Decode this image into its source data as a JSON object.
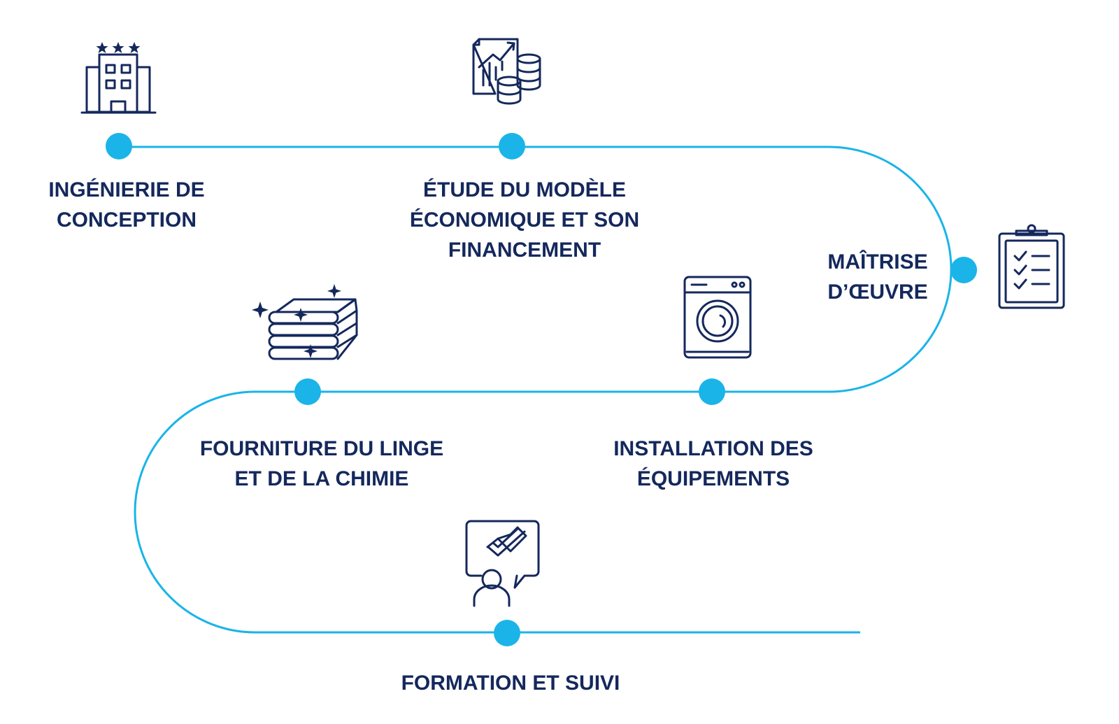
{
  "colors": {
    "path": "#1ab4e8",
    "dot": "#1ab4e8",
    "text": "#14285c",
    "icon": "#14285c"
  },
  "steps": [
    {
      "lines": [
        "INGÉNIERIE DE",
        "CONCEPTION"
      ],
      "icon": "hotel-icon"
    },
    {
      "lines": [
        "ÉTUDE DU MODÈLE",
        "ÉCONOMIQUE ET SON",
        "FINANCEMENT"
      ],
      "icon": "financial-report-icon"
    },
    {
      "lines": [
        "MAÎTRISE",
        "D’ŒUVRE"
      ],
      "icon": "clipboard-checklist-icon"
    },
    {
      "lines": [
        "INSTALLATION DES",
        "ÉQUIPEMENTS"
      ],
      "icon": "washing-machine-icon"
    },
    {
      "lines": [
        "FOURNITURE DU LINGE",
        "ET DE LA CHIMIE"
      ],
      "icon": "folded-linen-icon"
    },
    {
      "lines": [
        "FORMATION ET SUIVI"
      ],
      "icon": "trainer-feedback-icon"
    }
  ]
}
